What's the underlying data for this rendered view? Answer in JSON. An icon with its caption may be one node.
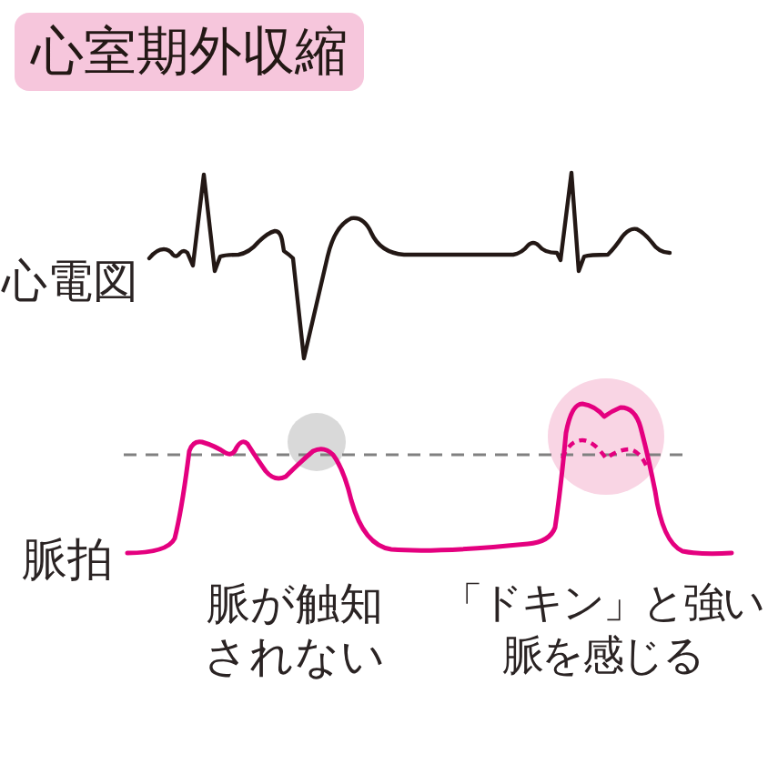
{
  "diagram": {
    "title": "心室期外収縮",
    "labels": [
      "心電図",
      "脈拍",
      "脈が触知されない",
      "「ドキン」と強い脈を感じる"
    ]
  }
}
